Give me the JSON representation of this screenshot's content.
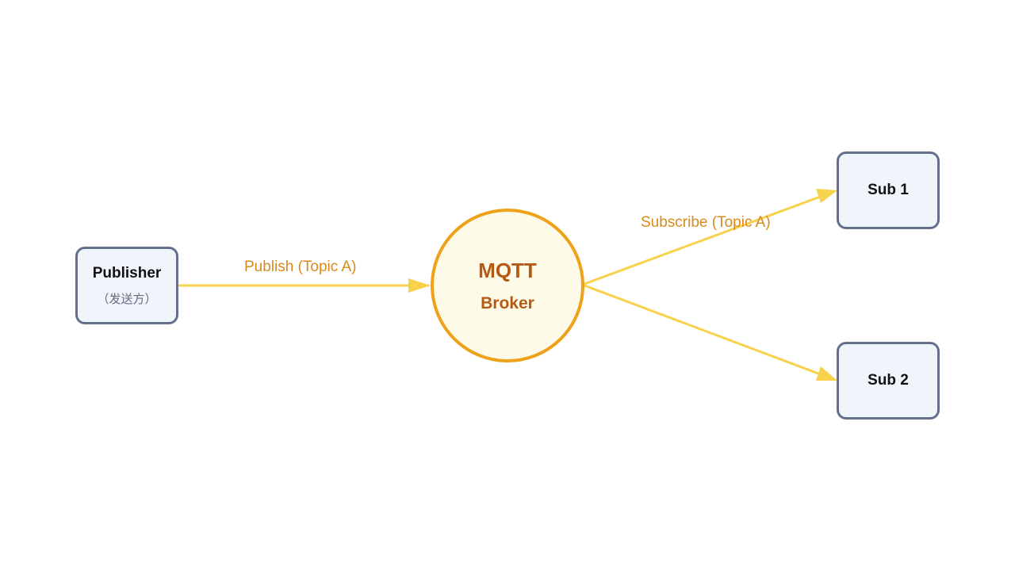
{
  "nodes": {
    "publisher": {
      "title": "Publisher",
      "subtitle": "（发送方）"
    },
    "broker": {
      "title": "MQTT",
      "subtitle": "Broker"
    },
    "sub1": {
      "title": "Sub 1"
    },
    "sub2": {
      "title": "Sub 2"
    }
  },
  "edges": {
    "publish": "Publish (Topic A)",
    "subscribe": "Subscribe (Topic A)"
  },
  "colors": {
    "edge": "#f8d24c",
    "broker_border": "#eda21a",
    "node_border": "#627089",
    "label": "#d98a1c"
  }
}
